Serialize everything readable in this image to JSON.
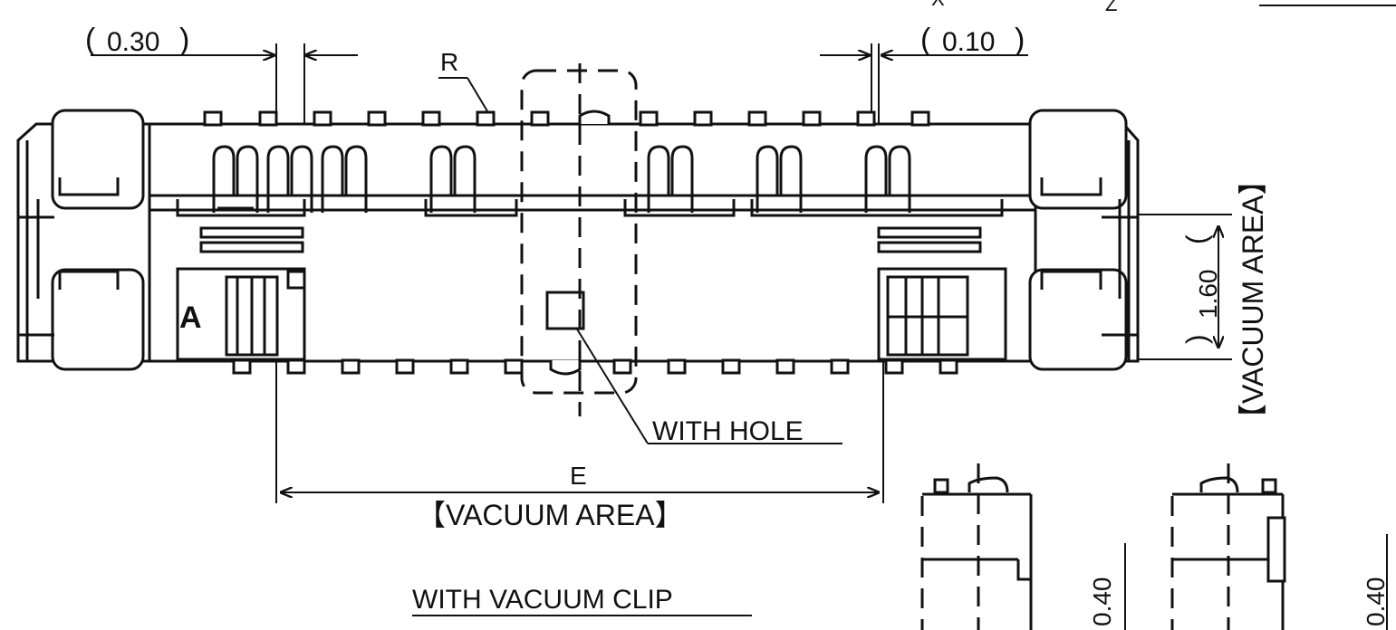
{
  "drawing": {
    "labels": {
      "dim_030": "0.30",
      "dim_010": "0.10",
      "radius": "R",
      "dim_160": "1.60",
      "vacuum_area_right": "【VACUUM AREA】",
      "with_hole": "WITH HOLE",
      "dim_e": "E",
      "vacuum_area_bottom": "【VACUUM AREA】",
      "with_vacuum_clip": "WITH VACUUM CLIP",
      "view_a": "A",
      "dim_040_left": "0.40",
      "dim_040_right": "0.40",
      "edge_x": "X",
      "edge_z": "Z"
    }
  }
}
